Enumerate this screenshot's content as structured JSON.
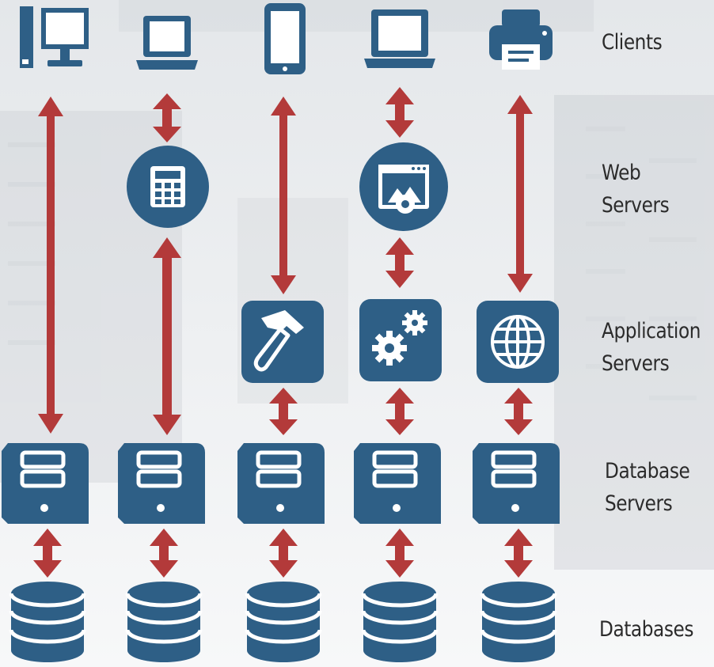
{
  "colors": {
    "icon": "#2e5f86",
    "arrow": "#b33a3a",
    "label": "#2b2b2b",
    "background": "#eef0f2"
  },
  "tiers": {
    "clients": {
      "lines": [
        "Clients"
      ]
    },
    "web_servers": {
      "lines": [
        "Web",
        "Servers"
      ]
    },
    "application_servers": {
      "lines": [
        "Application",
        "Servers"
      ]
    },
    "database_servers": {
      "lines": [
        "Database",
        "Servers"
      ]
    },
    "databases": {
      "lines": [
        "Databases"
      ]
    }
  },
  "stacks": [
    {
      "client": "desktop-icon",
      "web_server": null,
      "app_server": null,
      "db_server": "server-tower-icon",
      "database": "database-icon"
    },
    {
      "client": "laptop-icon",
      "web_server": "calculator-icon",
      "app_server": null,
      "db_server": "server-tower-icon",
      "database": "database-icon"
    },
    {
      "client": "smartphone-icon",
      "web_server": null,
      "app_server": "hammer-icon",
      "db_server": "server-tower-icon",
      "database": "database-icon"
    },
    {
      "client": "laptop-icon",
      "web_server": "browser-gear-icon",
      "app_server": "gears-icon",
      "db_server": "server-tower-icon",
      "database": "database-icon"
    },
    {
      "client": "printer-icon",
      "web_server": null,
      "app_server": "globe-icon",
      "db_server": "server-tower-icon",
      "database": "database-icon"
    }
  ]
}
